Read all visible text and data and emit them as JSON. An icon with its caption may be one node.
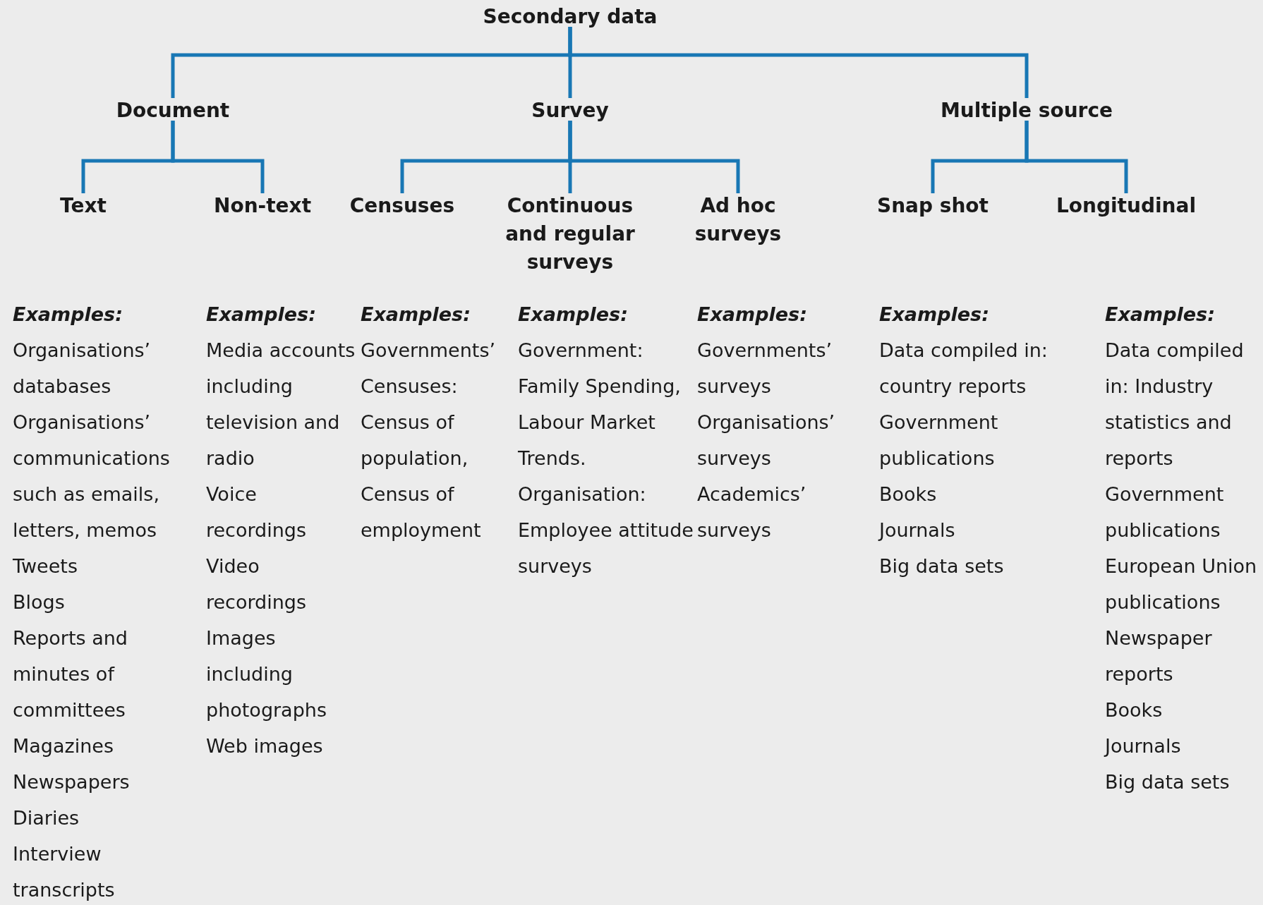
{
  "diagram": {
    "nodes": [
      {
        "text": [
          "Secondary data"
        ]
      },
      {
        "text": [
          "Document"
        ]
      },
      {
        "text": [
          "Survey"
        ]
      },
      {
        "text": [
          "Multiple source"
        ]
      },
      {
        "text": [
          "Text"
        ],
        "beside": [
          "Examples:",
          "Organisations’ databases",
          "Organisations’ communications such as emails, letters, memos",
          "Tweets",
          "Blogs",
          "Reports and minutes of committees",
          "Magazines",
          "Newspapers",
          "Diaries",
          "Interview transcripts"
        ]
      },
      {
        "text": [
          "Non-text"
        ],
        "beside": [
          "Examples:",
          "Media accounts including television and radio",
          "Voice recordings",
          "Video recordings",
          "Images including photographs",
          "Web images"
        ]
      },
      {
        "text": [
          "Censuses"
        ],
        "beside": [
          "Examples:",
          "Governments’ Censuses: Census of population, Census of employment"
        ]
      },
      {
        "text": [
          "Continuous and regular surveys"
        ],
        "beside": [
          "Examples:",
          "Government: Family Spending, Labour Market Trends.",
          "Organisation: Employee attitude surveys"
        ]
      },
      {
        "text": [
          "Ad hoc surveys"
        ],
        "beside": [
          "Examples:",
          "Governments’ surveys",
          "Organisations’ surveys",
          "Academics’ surveys"
        ]
      },
      {
        "text": [
          "Snap shot"
        ],
        "beside": [
          "Examples:",
          "Data compiled in: country reports",
          "Government publications",
          "Books",
          "Journals",
          "Big data sets"
        ]
      },
      {
        "text": [
          "Longitudinal"
        ],
        "beside": [
          "Examples:",
          "Data compiled in: Industry statistics and reports",
          "Government publications",
          "European Union publications",
          "Newspaper reports",
          "Books",
          "Journals",
          "Big data sets"
        ]
      }
    ],
    "edges": [
      {
        "from": 0,
        "to": 1,
        "arrow": "none"
      },
      {
        "from": 0,
        "to": 2,
        "arrow": "none"
      },
      {
        "from": 0,
        "to": 3,
        "arrow": "none"
      },
      {
        "from": 1,
        "to": 4,
        "arrow": "none"
      },
      {
        "from": 1,
        "to": 5,
        "arrow": "none"
      },
      {
        "from": 2,
        "to": 6,
        "arrow": "none"
      },
      {
        "from": 2,
        "to": 7,
        "arrow": "none"
      },
      {
        "from": 2,
        "to": 8,
        "arrow": "none"
      },
      {
        "from": 3,
        "to": 9,
        "arrow": "none"
      },
      {
        "from": 3,
        "to": 10,
        "arrow": "none"
      }
    ]
  }
}
